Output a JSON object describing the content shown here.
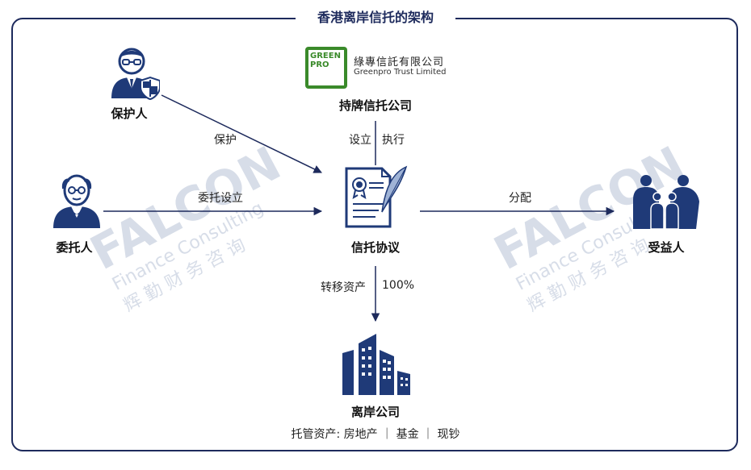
{
  "title": "香港离岸信托的架构",
  "watermark": {
    "brand": "FALCON",
    "subtitle": "Finance Consulting",
    "cn": "辉 勤 财 务 咨 询"
  },
  "logo": {
    "badge_line1": "GREEN",
    "badge_line2": "PRO",
    "cn_name": "綠專信託有限公司",
    "en_name": "Greenpro Trust Limited"
  },
  "nodes": {
    "protector": "保护人",
    "trustee": "持牌信托公司",
    "settlor": "委托人",
    "agreement": "信托协议",
    "beneficiary": "受益人",
    "company": "离岸公司"
  },
  "edges": {
    "protect": "保护",
    "entrust": "委托设立",
    "establish": "设立",
    "execute": "执行",
    "distribute": "分配",
    "transfer": "转移资产",
    "percent": "100%"
  },
  "assets": "托管资产: 房地产 ｜ 基金 ｜ 现钞",
  "colors": {
    "navy": "#1d2a5c",
    "icon_blue": "#1f3a78",
    "green": "#3a8a2a",
    "watermark": "#d7dde8"
  }
}
